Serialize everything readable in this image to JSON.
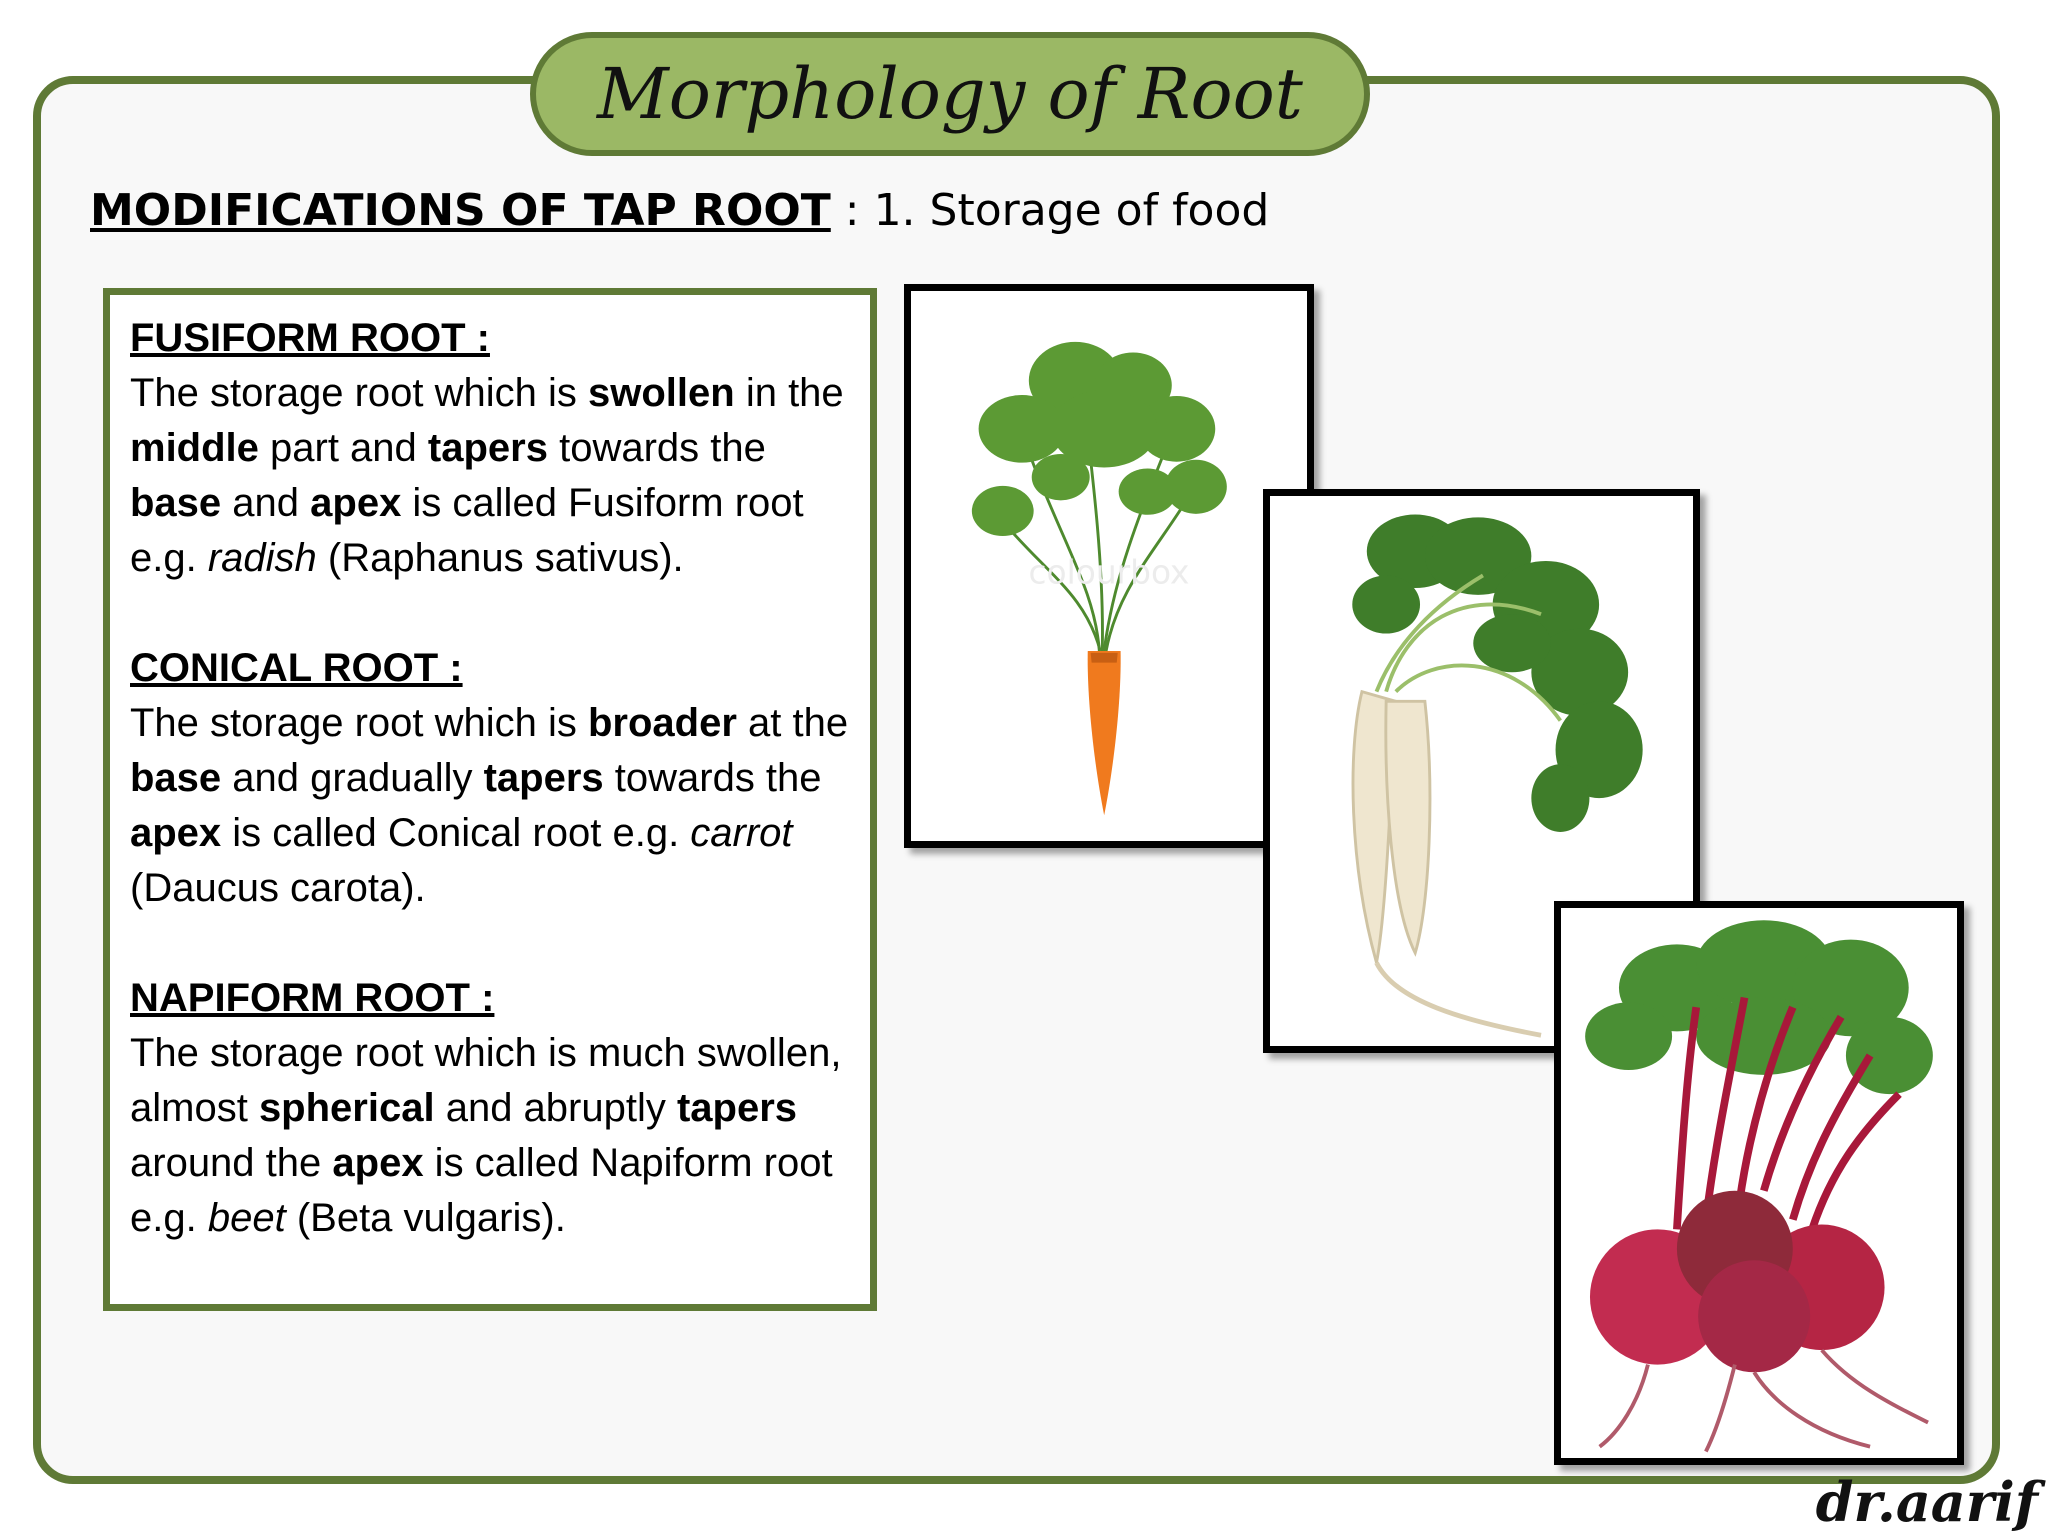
{
  "title": "Morphology of Root",
  "subtitle": {
    "heading": "MODIFICATIONS OF TAP ROOT",
    "rest": " : 1. Storage of food"
  },
  "sections": [
    {
      "heading": "FUSIFORM ROOT :",
      "parts": [
        {
          "t": "The storage root which is "
        },
        {
          "t": "swollen",
          "b": true
        },
        {
          "t": " in the "
        },
        {
          "t": "middle",
          "b": true
        },
        {
          "t": " part and "
        },
        {
          "t": "tapers",
          "b": true
        },
        {
          "t": " towards the "
        },
        {
          "t": "base",
          "b": true
        },
        {
          "t": " and "
        },
        {
          "t": "apex",
          "b": true
        },
        {
          "t": " is called Fusiform root e.g. "
        },
        {
          "t": "radish",
          "i": true
        },
        {
          "t": " (Raphanus sativus)."
        }
      ]
    },
    {
      "heading": "CONICAL ROOT :",
      "parts": [
        {
          "t": "The storage root which is "
        },
        {
          "t": "broader",
          "b": true
        },
        {
          "t": " at the "
        },
        {
          "t": "base",
          "b": true
        },
        {
          "t": " and gradually "
        },
        {
          "t": "tapers",
          "b": true
        },
        {
          "t": " towards the "
        },
        {
          "t": "apex",
          "b": true
        },
        {
          "t": " is called Conical root e.g. "
        },
        {
          "t": "carrot",
          "i": true
        },
        {
          "t": " (Daucus carota)."
        }
      ]
    },
    {
      "heading": "NAPIFORM ROOT :",
      "parts": [
        {
          "t": "The storage root which is much swollen, almost "
        },
        {
          "t": "spherical",
          "b": true
        },
        {
          "t": " and abruptly "
        },
        {
          "t": "tapers",
          "b": true
        },
        {
          "t": " around the "
        },
        {
          "t": "apex",
          "b": true
        },
        {
          "t": " is called Napiform root e.g. "
        },
        {
          "t": "beet",
          "i": true
        },
        {
          "t": " (Beta vulgaris)."
        }
      ]
    }
  ],
  "images": {
    "carrot_watermark": "colourbox"
  },
  "signature": "dr.aarif",
  "colors": {
    "frame": "#5f7a36",
    "title_fill": "#9bb865",
    "carrot": "#f07a1e",
    "leaf": "#4e8a2e",
    "beet": "#b52544",
    "radish": "#efe6cf"
  }
}
